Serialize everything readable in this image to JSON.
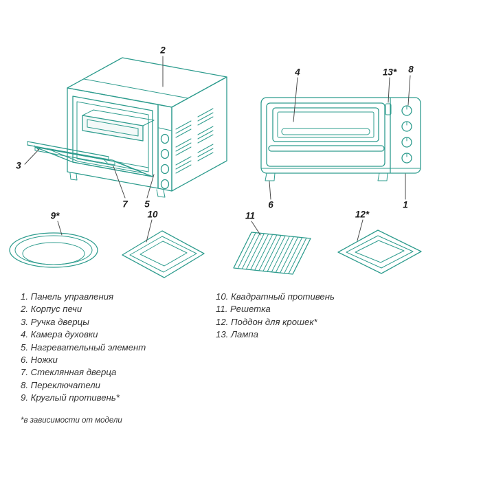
{
  "colors": {
    "line_art": "#2e9c8e",
    "text": "#333333"
  },
  "callouts": {
    "control_panel": "1",
    "body": "2",
    "door_handle": "3",
    "oven_chamber": "4",
    "heating_element": "5",
    "feet": "6",
    "glass_door": "7",
    "switches": "8",
    "round_pan": "9*",
    "square_pan": "10",
    "rack": "11",
    "crumb_tray": "12*",
    "lamp": "13*"
  },
  "legend": {
    "left": [
      "1. Панель управления",
      "2. Корпус печи",
      "3. Ручка дверцы",
      "4. Камера духовки",
      "5. Нагревательный элемент",
      "6. Ножки",
      "7. Стеклянная дверца",
      "8. Переключатели",
      "9. Круглый противень*"
    ],
    "right": [
      "10. Квадратный противень",
      "11. Решетка",
      "12. Поддон для крошек*",
      "13. Лампа"
    ],
    "footnote": "*в зависимости от модели"
  }
}
